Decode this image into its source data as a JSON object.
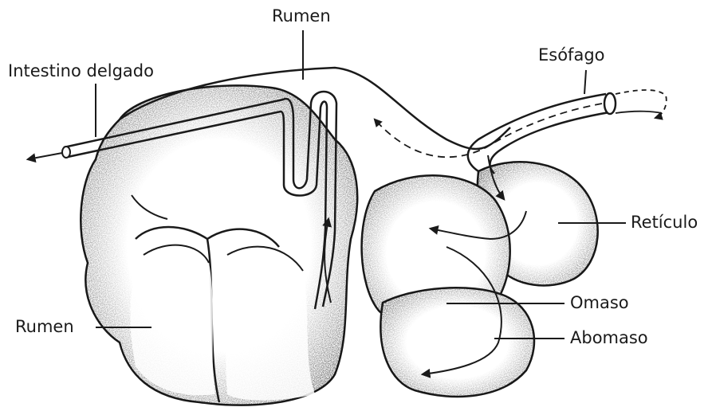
{
  "diagram": {
    "labels": {
      "rumen_top": "Rumen",
      "intestino": "Intestino delgado",
      "esofago": "Esófago",
      "reticulo": "Retículo",
      "omaso": "Omaso",
      "abomaso": "Abomaso",
      "rumen_bottom": "Rumen"
    },
    "colors": {
      "ink": "#1a1a1a",
      "shade": "#555555",
      "background": "#ffffff"
    }
  }
}
